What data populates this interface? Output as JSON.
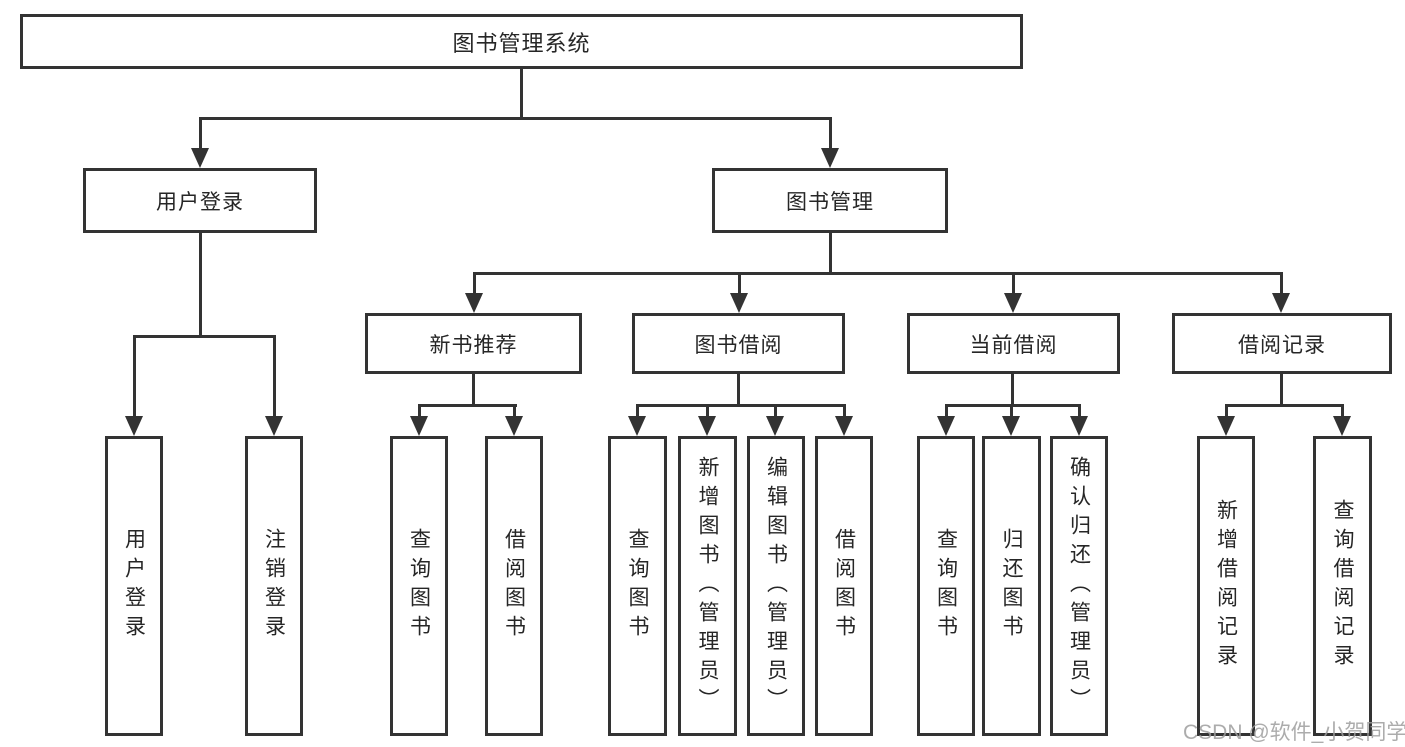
{
  "diagram": {
    "title": "图书管理系统",
    "root": {
      "label": "图书管理系统"
    },
    "level2": [
      {
        "label": "用户登录"
      },
      {
        "label": "图书管理"
      }
    ],
    "level3": [
      {
        "label": "新书推荐"
      },
      {
        "label": "图书借阅"
      },
      {
        "label": "当前借阅"
      },
      {
        "label": "借阅记录"
      }
    ],
    "leaves": {
      "user_login": [
        {
          "label": "用户登录"
        },
        {
          "label": "注销登录"
        }
      ],
      "new_book": [
        {
          "label": "查询图书"
        },
        {
          "label": "借阅图书"
        }
      ],
      "book_borrow": [
        {
          "label": "查询图书"
        },
        {
          "label": "新增图书（管理员）"
        },
        {
          "label": "编辑图书（管理员）"
        },
        {
          "label": "借阅图书"
        }
      ],
      "current_borrow": [
        {
          "label": "查询图书"
        },
        {
          "label": "归还图书"
        },
        {
          "label": "确认归还（管理员）"
        }
      ],
      "borrow_records": [
        {
          "label": "新增借阅记录"
        },
        {
          "label": "查询借阅记录"
        }
      ]
    },
    "watermark": "CSDN @软件_小贺同学",
    "colors": {
      "line": "#333333",
      "text": "#262626",
      "background": "#ffffff",
      "watermark": "#9e9e9e"
    },
    "icons": [
      "arrow-down-icon"
    ]
  }
}
